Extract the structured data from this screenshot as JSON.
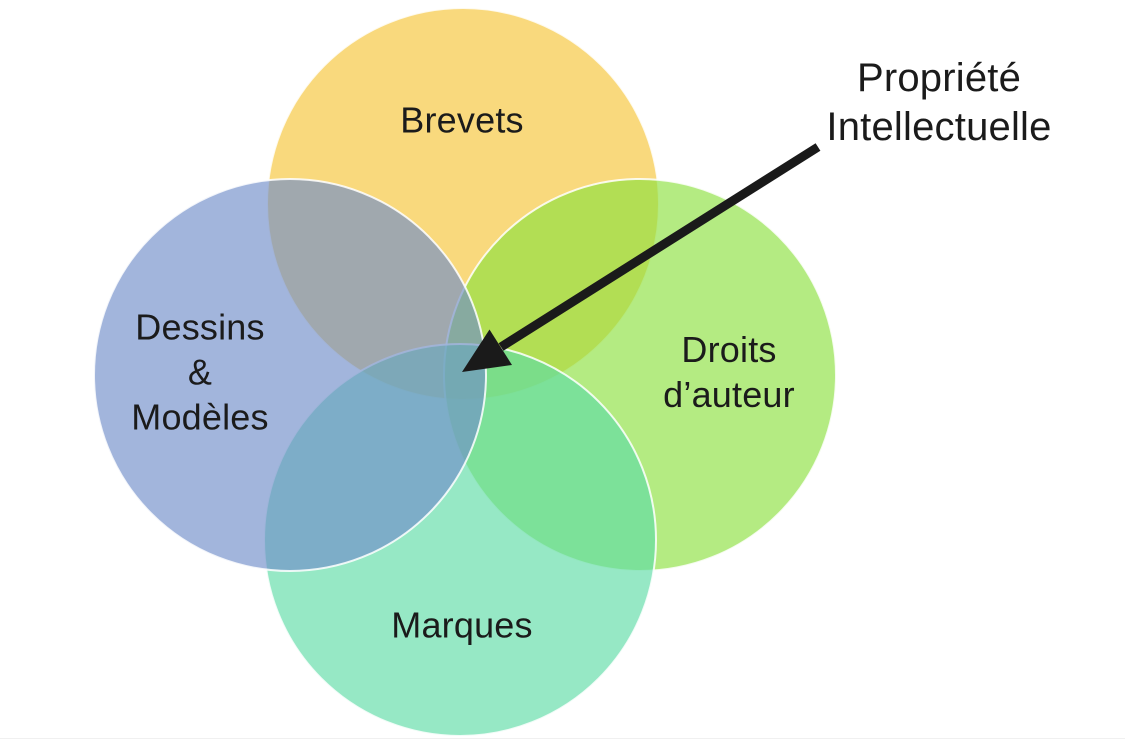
{
  "diagram": {
    "type": "venn-4-circles",
    "background": "#ffffff",
    "circles": [
      {
        "id": "brevets",
        "label": "Brevets",
        "fill": "rgba(246,197,55,0.65)",
        "solo_color": "#F9D97D"
      },
      {
        "id": "droits",
        "label": "Droits\nd’auteur",
        "fill": "rgba(140,225,63,0.65)",
        "solo_color": "#B4EB82"
      },
      {
        "id": "marques",
        "label": "Marques",
        "fill": "rgba(94,220,166,0.65)",
        "solo_color": "#96E8C5"
      },
      {
        "id": "dessins",
        "label": "Dessins\n&\nModèles",
        "fill": "rgba(112,142,202,0.65)",
        "solo_color": "#A2B5DC"
      }
    ],
    "annotation": {
      "label": "Propriété\nIntellectuelle",
      "color": "#1a1a1a",
      "points_to": "center-intersection"
    },
    "text_color": "#1b1b1b"
  }
}
